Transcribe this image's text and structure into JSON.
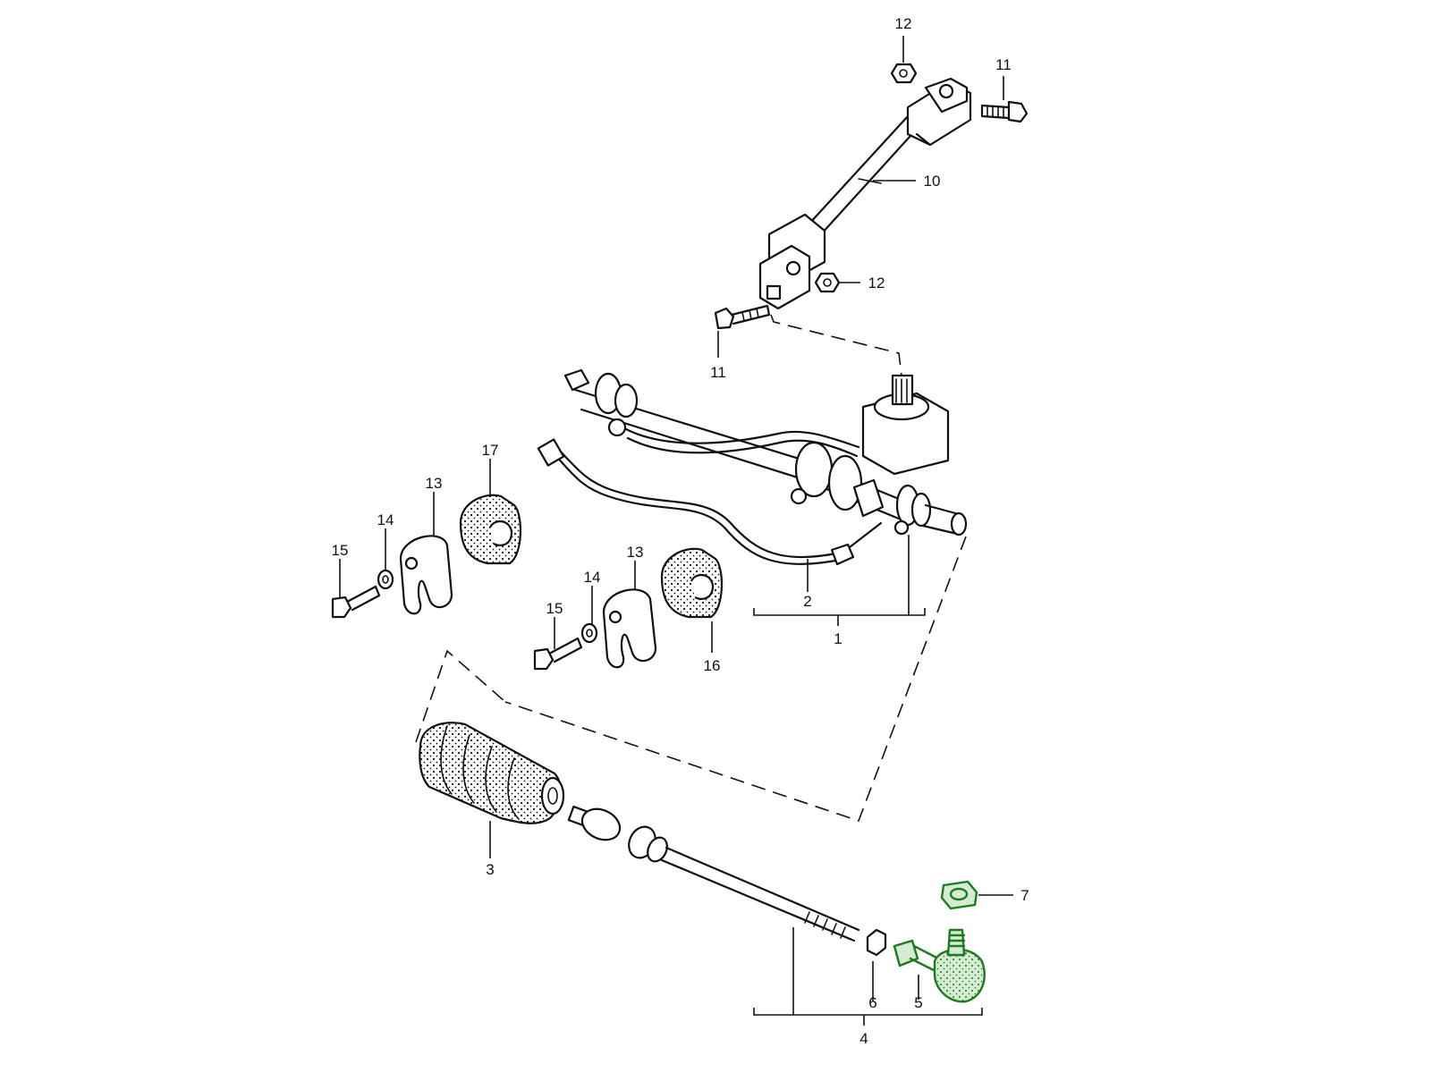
{
  "callouts": {
    "c1": "1",
    "c2": "2",
    "c3": "3",
    "c4": "4",
    "c5": "5",
    "c6": "6",
    "c7": "7",
    "c10": "10",
    "c11a": "11",
    "c11b": "11",
    "c12a": "12",
    "c12b": "12",
    "c13a": "13",
    "c13b": "13",
    "c14a": "14",
    "c14b": "14",
    "c15a": "15",
    "c15b": "15",
    "c16": "16",
    "c17": "17"
  },
  "highlight_color": "#1e7a1e",
  "highlighted_parts": [
    "5",
    "7"
  ]
}
